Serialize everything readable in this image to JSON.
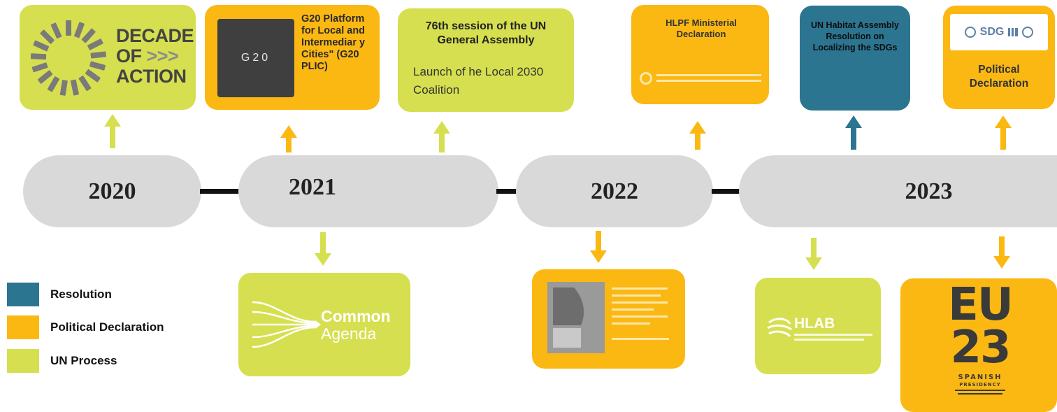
{
  "years": [
    "2020",
    "2021",
    "2022",
    "2023"
  ],
  "colors": {
    "resolution": "#2c7590",
    "political": "#fbb813",
    "un_process": "#d6df4f",
    "pill": "#d9d9d9"
  },
  "cards": {
    "decade": {
      "line1": "DECADE",
      "line2": "OF",
      "line3": "ACTION",
      "chevrons": ">>>"
    },
    "g20": {
      "logo": "G20",
      "text": "G20 Platform for Local and Intermediar y Cities\" (G20 PLIC)"
    },
    "ga76": {
      "title": "76th session of the UN General Assembly",
      "body": "Launch of he Local 2030 Coalition"
    },
    "hlpf": {
      "title": "HLPF Ministerial Declaration"
    },
    "habitat": {
      "title": "UN Habitat Assembly Resolution on Localizing the SDGs"
    },
    "political": {
      "logo": "SDG",
      "title": "Political Declaration"
    },
    "agenda": {
      "line1": "Common",
      "line2": "Agenda"
    },
    "hlab": {
      "title": "HLAB"
    },
    "eu": {
      "line1": "EU",
      "line2": "23",
      "line3": "SPANISH",
      "line4": "PRESIDENCY"
    }
  },
  "legend": [
    {
      "label": "Resolution",
      "color": "#2c7590"
    },
    {
      "label": "Political Declaration",
      "color": "#fbb813"
    },
    {
      "label": "UN Process",
      "color": "#d6df4f"
    }
  ]
}
